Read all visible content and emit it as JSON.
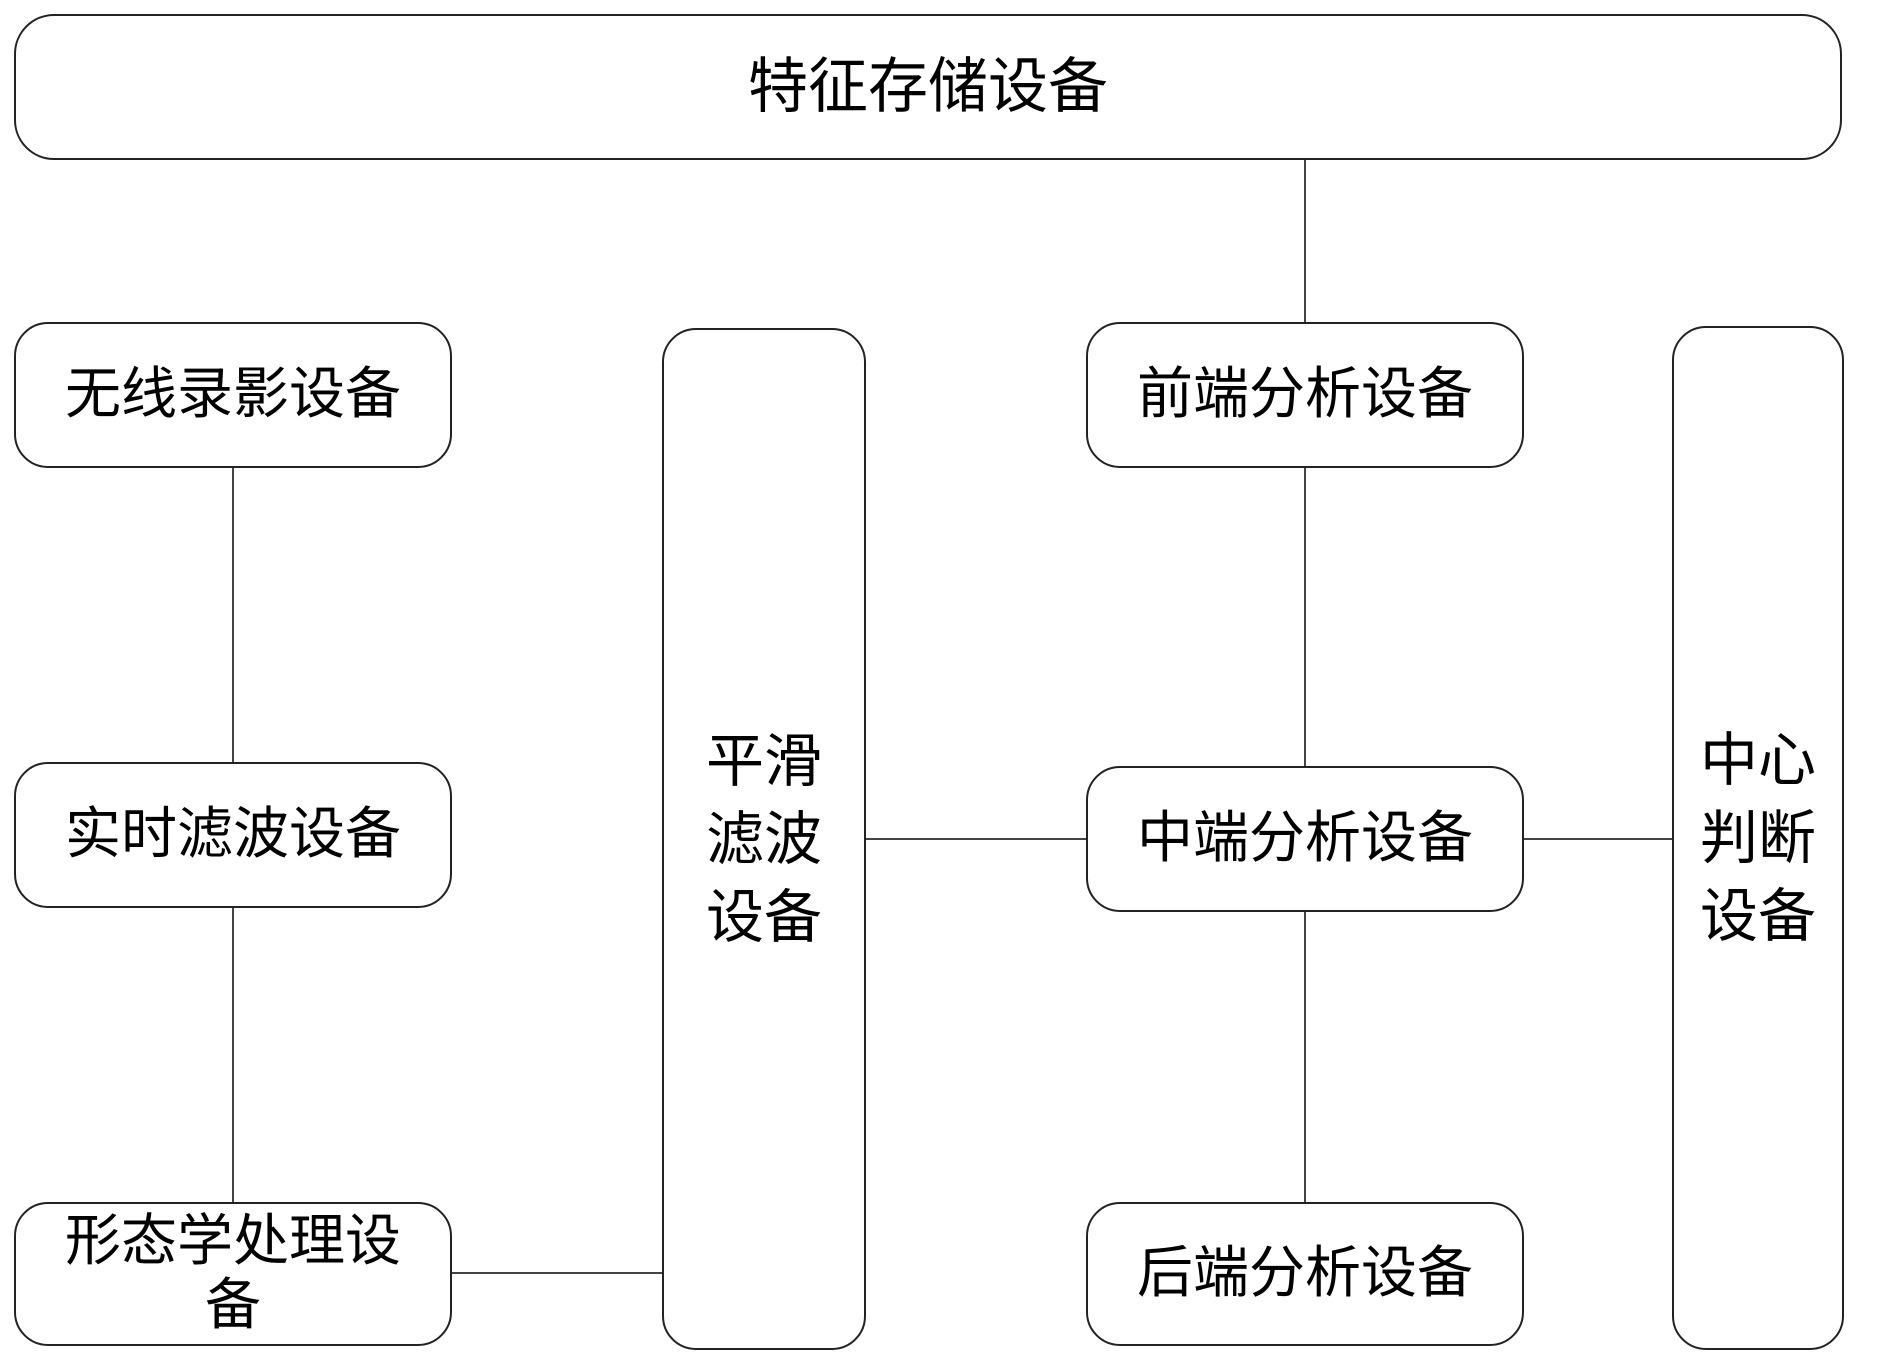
{
  "diagram": {
    "nodes": {
      "feature_storage": "特征存储设备",
      "wireless_recording": "无线录影设备",
      "realtime_filter": "实时滤波设备",
      "morphology_processing": "形态学处理设备",
      "smooth_filter": "平滑\n滤波\n设备",
      "frontend_analysis": "前端分析设备",
      "midend_analysis": "中端分析设备",
      "backend_analysis": "后端分析设备",
      "central_judgment": "中心\n判断\n设备"
    }
  }
}
